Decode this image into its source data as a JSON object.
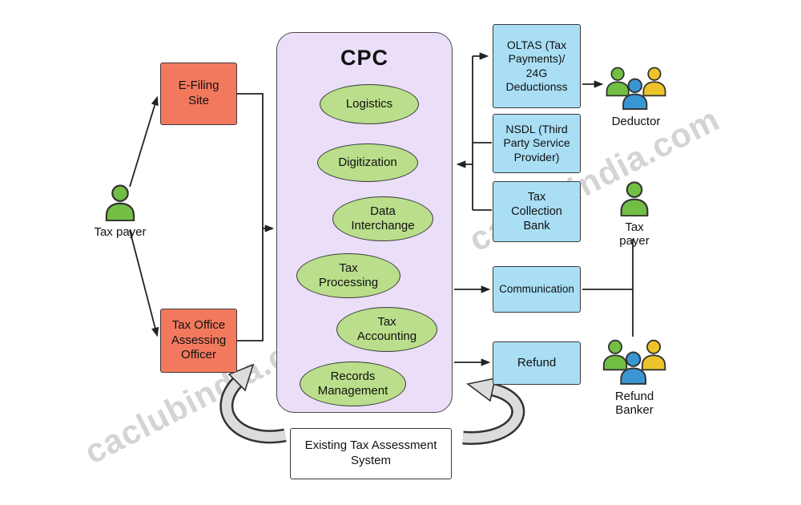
{
  "watermark": {
    "text": "caclubindia.com"
  },
  "colors": {
    "salmon": "#f3795e",
    "lavender": "#eadef8",
    "green_ellipse": "#bade8b",
    "blue_box": "#a9def5",
    "person_green": "#72bf44",
    "person_blue": "#3a96d2",
    "person_yellow": "#eec32a",
    "line": "#222222"
  },
  "left": {
    "tax_payer_label": "Tax payer",
    "efiling_box": "E-Filing\nSite",
    "tax_office_box": "Tax Office\nAssessing\nOfficer"
  },
  "cpc": {
    "title": "CPC",
    "modules": [
      "Logistics",
      "Digitization",
      "Data\nInterchange",
      "Tax\nProcessing",
      "Tax\nAccounting",
      "Records\nManagement"
    ]
  },
  "right_boxes": {
    "oltas": "OLTAS (Tax\nPayments)/\n24G\nDeductionss",
    "nsdl": "NSDL (Third\nParty Service\nProvider)",
    "tax_collection_bank": "Tax\nCollection\nBank",
    "communication": "Communication",
    "refund": "Refund"
  },
  "people": {
    "deductor": "Deductor",
    "tax_payer_right": "Tax payer",
    "refund_banker": "Refund Banker"
  },
  "bottom": {
    "existing_system": "Existing Tax Assessment\nSystem"
  }
}
